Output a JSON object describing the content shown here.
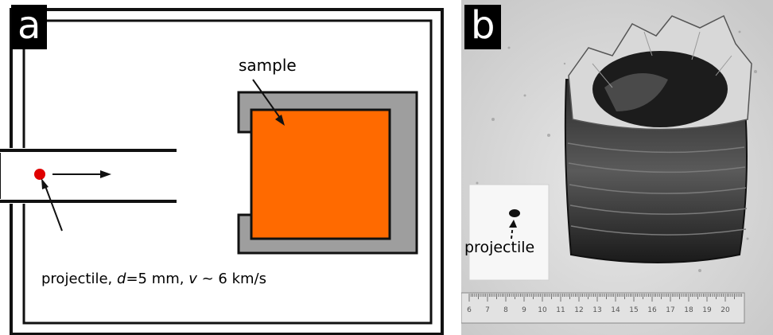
{
  "panel_a": {
    "letter": "a",
    "sample_label": "sample",
    "projectile_label": {
      "prefix": "projectile, ",
      "d_symbol": "d",
      "d_value": "=5 mm, ",
      "v_symbol": "v",
      "v_value": " ~ 6 km/s"
    },
    "colors": {
      "sample_fill": "#ff6a00",
      "holder_fill": "#9e9e9e",
      "projectile": "#e00000",
      "chamber_wall": "#111111"
    }
  },
  "panel_b": {
    "letter": "b",
    "projectile_label": "projectile",
    "ruler_numbers": [
      "6",
      "7",
      "8",
      "9",
      "10",
      "11",
      "12",
      "13",
      "14",
      "15",
      "16",
      "17",
      "18",
      "19",
      "20"
    ]
  }
}
